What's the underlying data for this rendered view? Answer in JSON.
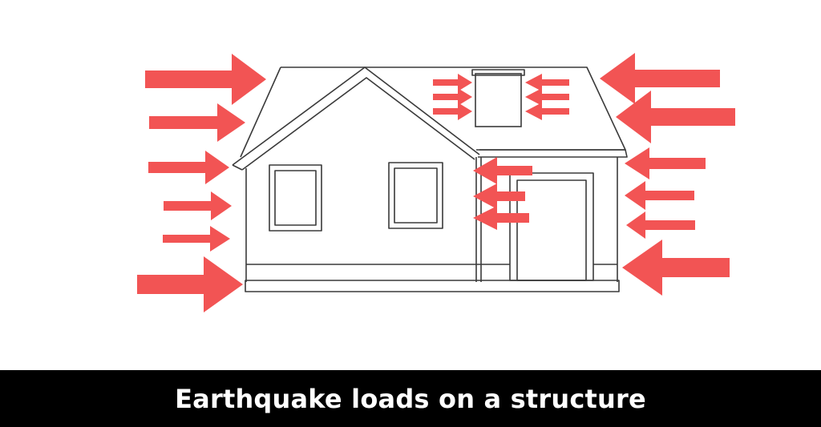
{
  "caption": {
    "text": "Earthquake loads on a structure"
  },
  "colors": {
    "arrow": "#f25454",
    "line": "#3a3a3a",
    "caption_bg": "#000000",
    "caption_text": "#ffffff"
  },
  "icons": [
    "house-drawing",
    "force-arrow"
  ]
}
